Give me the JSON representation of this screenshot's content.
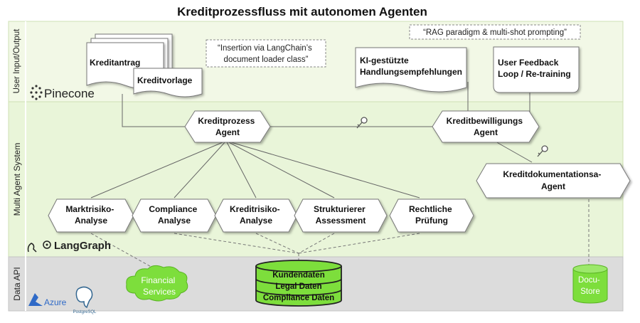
{
  "title": "Kreditprozessfluss mit autonomen Agenten",
  "lanes": {
    "user_io": "User Input/Output",
    "mas": "Multi Agent System",
    "data_api": "Data API"
  },
  "logos": {
    "pinecone": "Pinecone",
    "langgraph": "LangGraph",
    "azure": "Azure",
    "postgresql": "PostgreSQL"
  },
  "notes": {
    "insertion": "“Insertion via LangChain’s document loader class”",
    "rag": "“RAG paradigm & multi-shot prompting”"
  },
  "documents": {
    "kreditantrag": "Kreditantrag",
    "kreditvorlage": "Kreditvorlage",
    "ki_empfehlungen": "KI-gestützte Handlungsempfehlungen",
    "feedback": "User Feedback Loop / Re-training"
  },
  "agents": {
    "kreditprozess": "Kreditprozess Agent",
    "kreditbewilligung": "Kreditbewilligungs Agent",
    "kreditdokumentation": "Kreditdokumentationsa- Agent"
  },
  "subagents": [
    "Marktrisiko- Analyse",
    "Compliance Analyse",
    "Kreditrisiko- Analyse",
    "Strukturierer Assessment",
    "Rechtliche Prüfung"
  ],
  "data_stores": {
    "financial_services": "Financial Services",
    "db_items": [
      "Kundendaten",
      "Legal Daten",
      "Compliance Daten"
    ],
    "docu_store": "Docu- Store"
  },
  "colors": {
    "lane_top": "#f2f8e6",
    "lane_middle": "#e9f5d9",
    "lane_bottom": "#dcdcdc",
    "accent_green": "#7dde3c",
    "border": "#888888"
  }
}
